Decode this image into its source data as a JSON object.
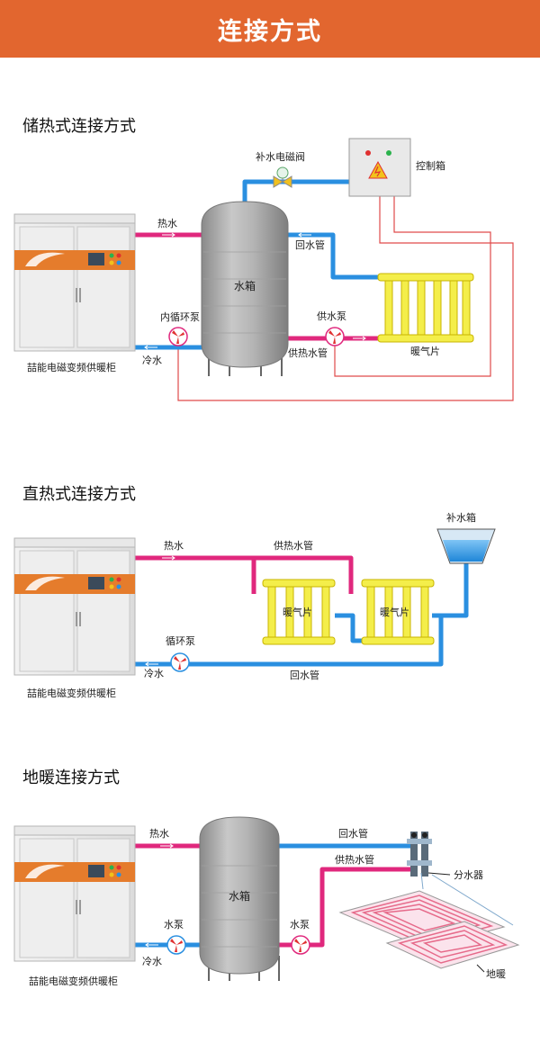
{
  "header": {
    "title": "连接方式"
  },
  "colors": {
    "banner": "#e2662f",
    "hot_pipe": "#e0287d",
    "cold_pipe": "#2a8fe0",
    "control_wire": "#e04a4a",
    "radiator": "#f4ee4a",
    "tank": "#9c9c9c"
  },
  "icons": [
    "heater-cabinet-icon",
    "water-tank-icon",
    "pump-icon",
    "radiator-icon",
    "control-box-icon",
    "solenoid-valve-icon",
    "makeup-tank-icon",
    "manifold-icon",
    "floor-heating-icon"
  ],
  "storage": {
    "title": "储热式连接方式",
    "cabinet_label": "喆能电磁变频供暖柜",
    "hot_water": "热水",
    "cold_water": "冷水",
    "circ_pump": "内循环泵",
    "tank": "水箱",
    "valve": "补水电磁阀",
    "control_box": "控制箱",
    "return_pipe": "回水管",
    "supply_pump": "供水泵",
    "supply_pipe": "供热水管",
    "radiator": "暖气片"
  },
  "direct": {
    "title": "直热式连接方式",
    "cabinet_label": "喆能电磁变频供暖柜",
    "hot_water": "热水",
    "cold_water": "冷水",
    "supply_pipe": "供热水管",
    "radiator1": "暖气片",
    "radiator2": "暖气片",
    "circ_pump": "循环泵",
    "return_pipe": "回水管",
    "makeup_tank": "补水箱"
  },
  "floor": {
    "title": "地暖连接方式",
    "cabinet_label": "喆能电磁变频供暖柜",
    "hot_water": "热水",
    "cold_water": "冷水",
    "tank": "水箱",
    "pump1": "水泵",
    "pump2": "水泵",
    "return_pipe": "回水管",
    "supply_pipe": "供热水管",
    "manifold": "分水器",
    "floor_heat": "地暖"
  }
}
